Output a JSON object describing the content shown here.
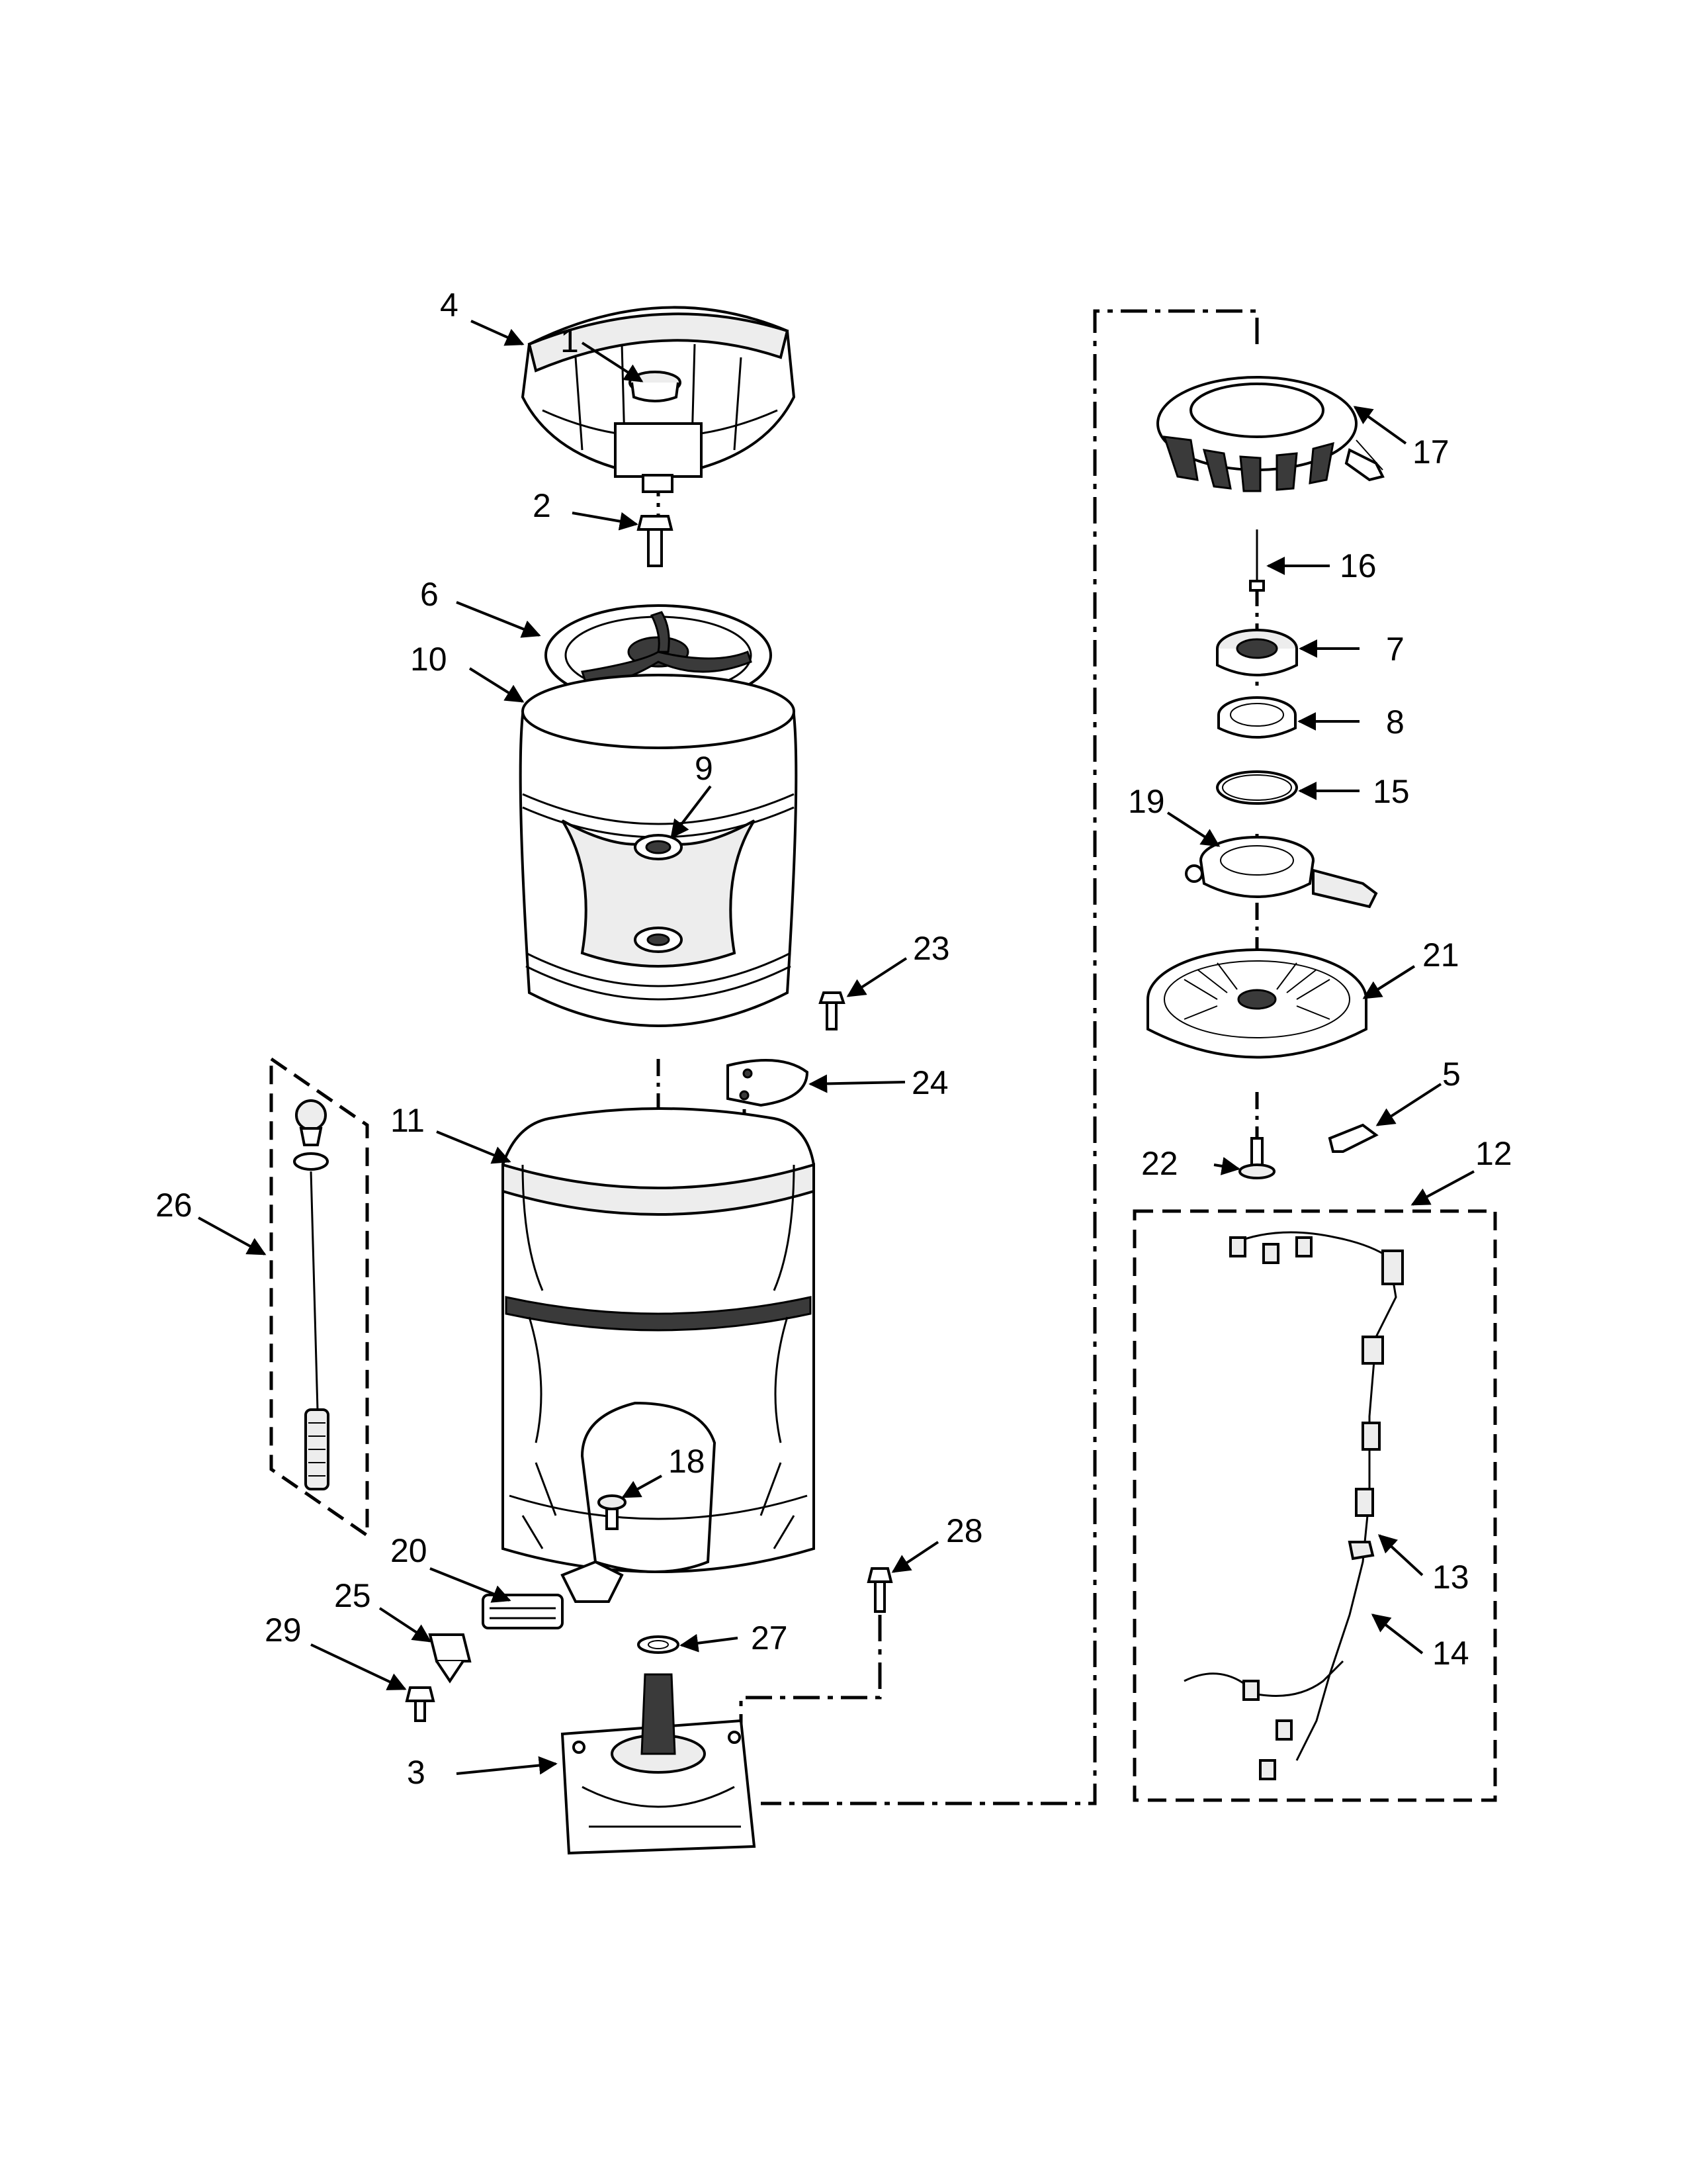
{
  "parts": [
    {
      "id": "part-1",
      "label": "1"
    },
    {
      "id": "part-2",
      "label": "2"
    },
    {
      "id": "part-3",
      "label": "3"
    },
    {
      "id": "part-4",
      "label": "4"
    },
    {
      "id": "part-5",
      "label": "5"
    },
    {
      "id": "part-6",
      "label": "6"
    },
    {
      "id": "part-7",
      "label": "7"
    },
    {
      "id": "part-8",
      "label": "8"
    },
    {
      "id": "part-9",
      "label": "9"
    },
    {
      "id": "part-10",
      "label": "10"
    },
    {
      "id": "part-11",
      "label": "11"
    },
    {
      "id": "part-12",
      "label": "12"
    },
    {
      "id": "part-13",
      "label": "13"
    },
    {
      "id": "part-14",
      "label": "14"
    },
    {
      "id": "part-15",
      "label": "15"
    },
    {
      "id": "part-16",
      "label": "16"
    },
    {
      "id": "part-17",
      "label": "17"
    },
    {
      "id": "part-18",
      "label": "18"
    },
    {
      "id": "part-19",
      "label": "19"
    },
    {
      "id": "part-20",
      "label": "20"
    },
    {
      "id": "part-21",
      "label": "21"
    },
    {
      "id": "part-22",
      "label": "22"
    },
    {
      "id": "part-23",
      "label": "23"
    },
    {
      "id": "part-24",
      "label": "24"
    },
    {
      "id": "part-25",
      "label": "25"
    },
    {
      "id": "part-26",
      "label": "26"
    },
    {
      "id": "part-27",
      "label": "27"
    },
    {
      "id": "part-28",
      "label": "28"
    },
    {
      "id": "part-29",
      "label": "29"
    }
  ]
}
